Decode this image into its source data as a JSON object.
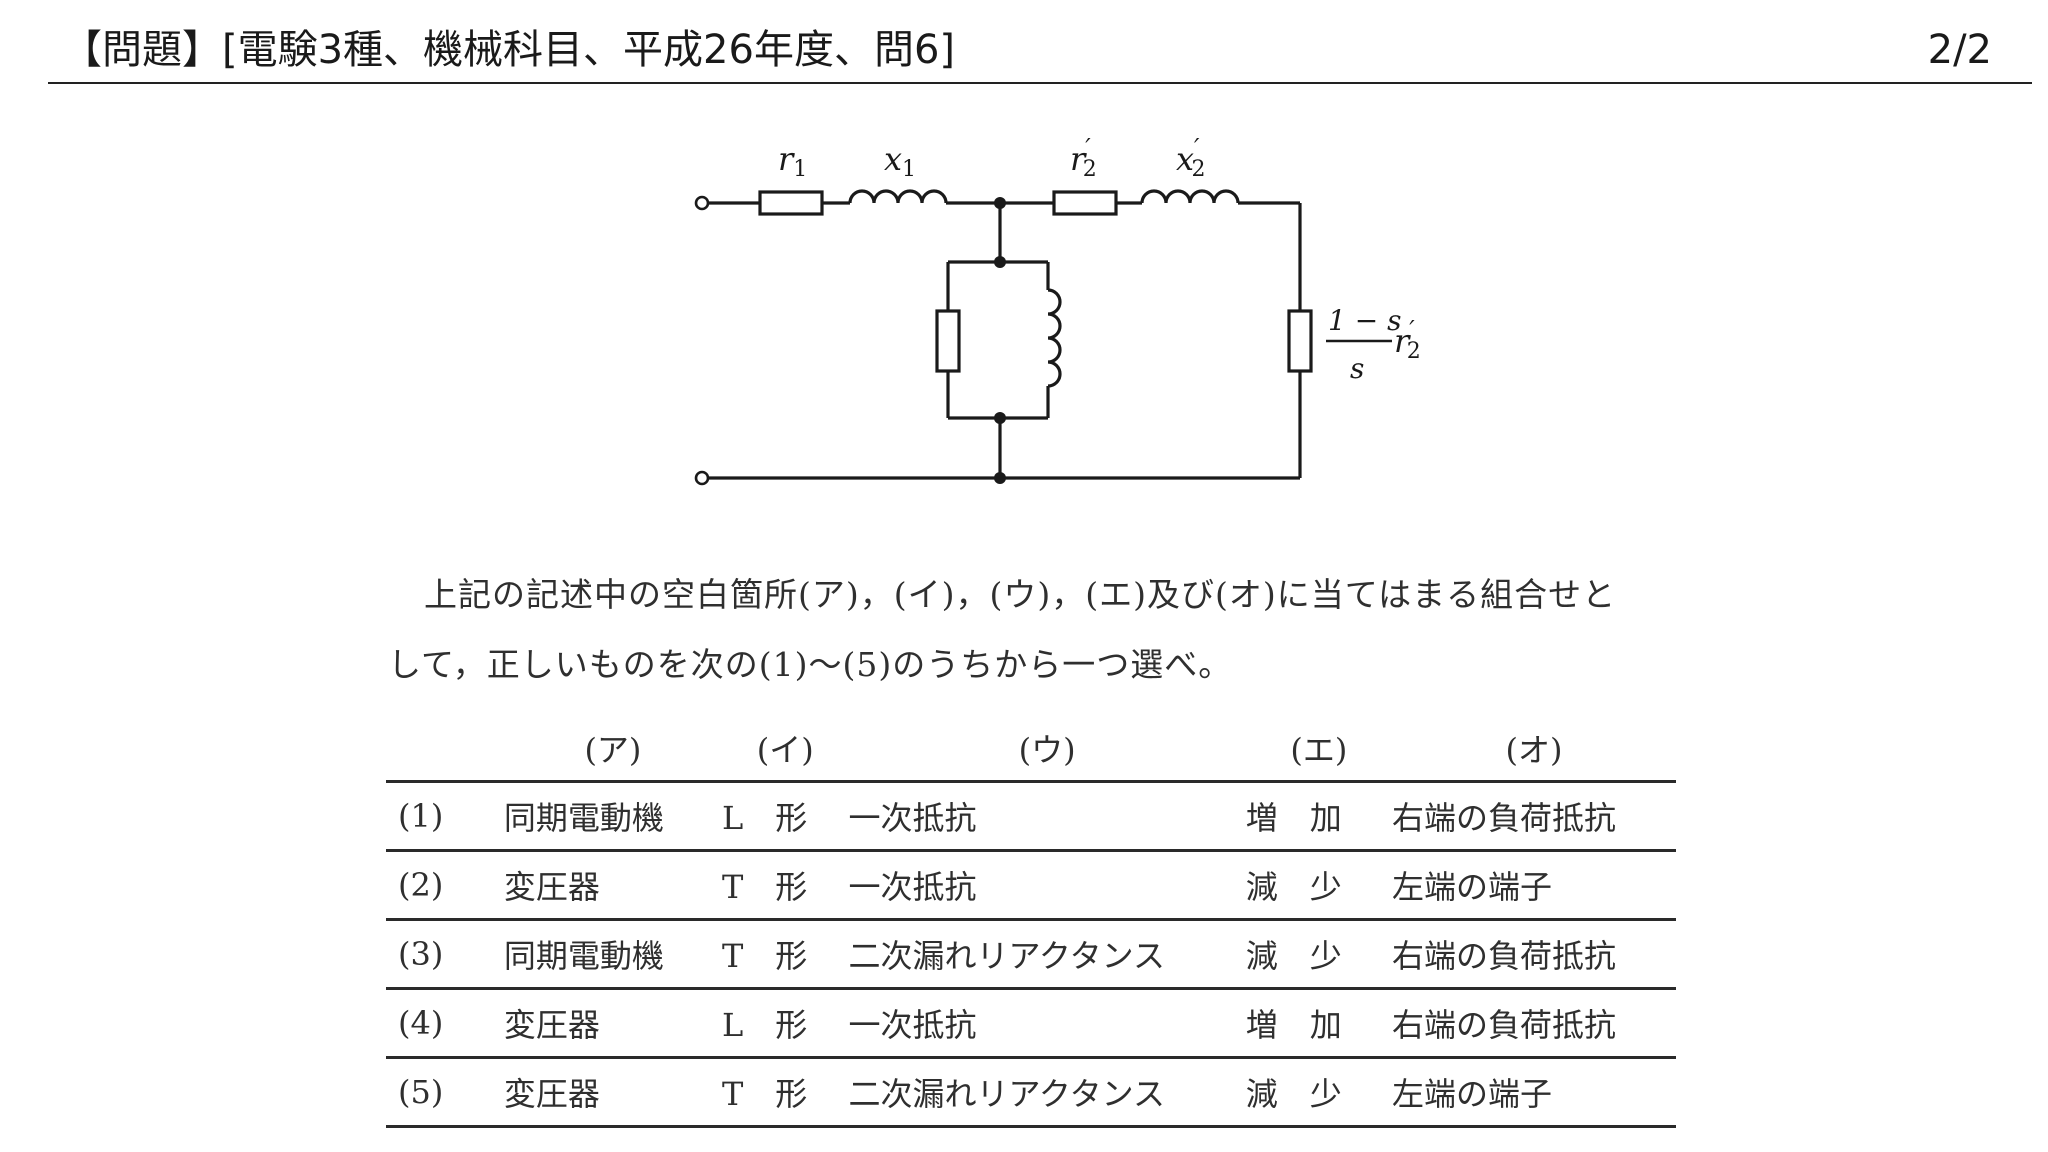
{
  "header": {
    "title": "【問題】[電験3種、機械科目、平成26年度、問6]",
    "page": "2/2"
  },
  "circuit": {
    "labels": {
      "r1": "r",
      "r1_sub": "1",
      "x1": "x",
      "x1_sub": "1",
      "r2p": "r",
      "r2p_sub": "2",
      "r2p_prime": "′",
      "x2p": "x",
      "x2p_sub": "2",
      "x2p_prime": "′",
      "load_num": "1 − s",
      "load_den": "s",
      "load_r": "r",
      "load_r_sub": "2",
      "load_r_prime": "′"
    }
  },
  "question": {
    "line1": "上記の記述中の空白箇所(ア)，(イ)，(ウ)，(エ)及び(オ)に当てはまる組合せと",
    "line2": "して，正しいものを次の(1)～(5)のうちから一つ選べ。"
  },
  "table": {
    "headers": [
      "",
      "(ア)",
      "(イ)",
      "(ウ)",
      "(エ)",
      "(オ)"
    ],
    "rows": [
      [
        "(1)",
        "同期電動機",
        "L　形",
        "一次抵抗",
        "増　加",
        "右端の負荷抵抗"
      ],
      [
        "(2)",
        "変圧器",
        "T　形",
        "一次抵抗",
        "減　少",
        "左端の端子"
      ],
      [
        "(3)",
        "同期電動機",
        "T　形",
        "二次漏れリアクタンス",
        "減　少",
        "右端の負荷抵抗"
      ],
      [
        "(4)",
        "変圧器",
        "L　形",
        "一次抵抗",
        "増　加",
        "右端の負荷抵抗"
      ],
      [
        "(5)",
        "変圧器",
        "T　形",
        "二次漏れリアクタンス",
        "減　少",
        "左端の端子"
      ]
    ]
  }
}
